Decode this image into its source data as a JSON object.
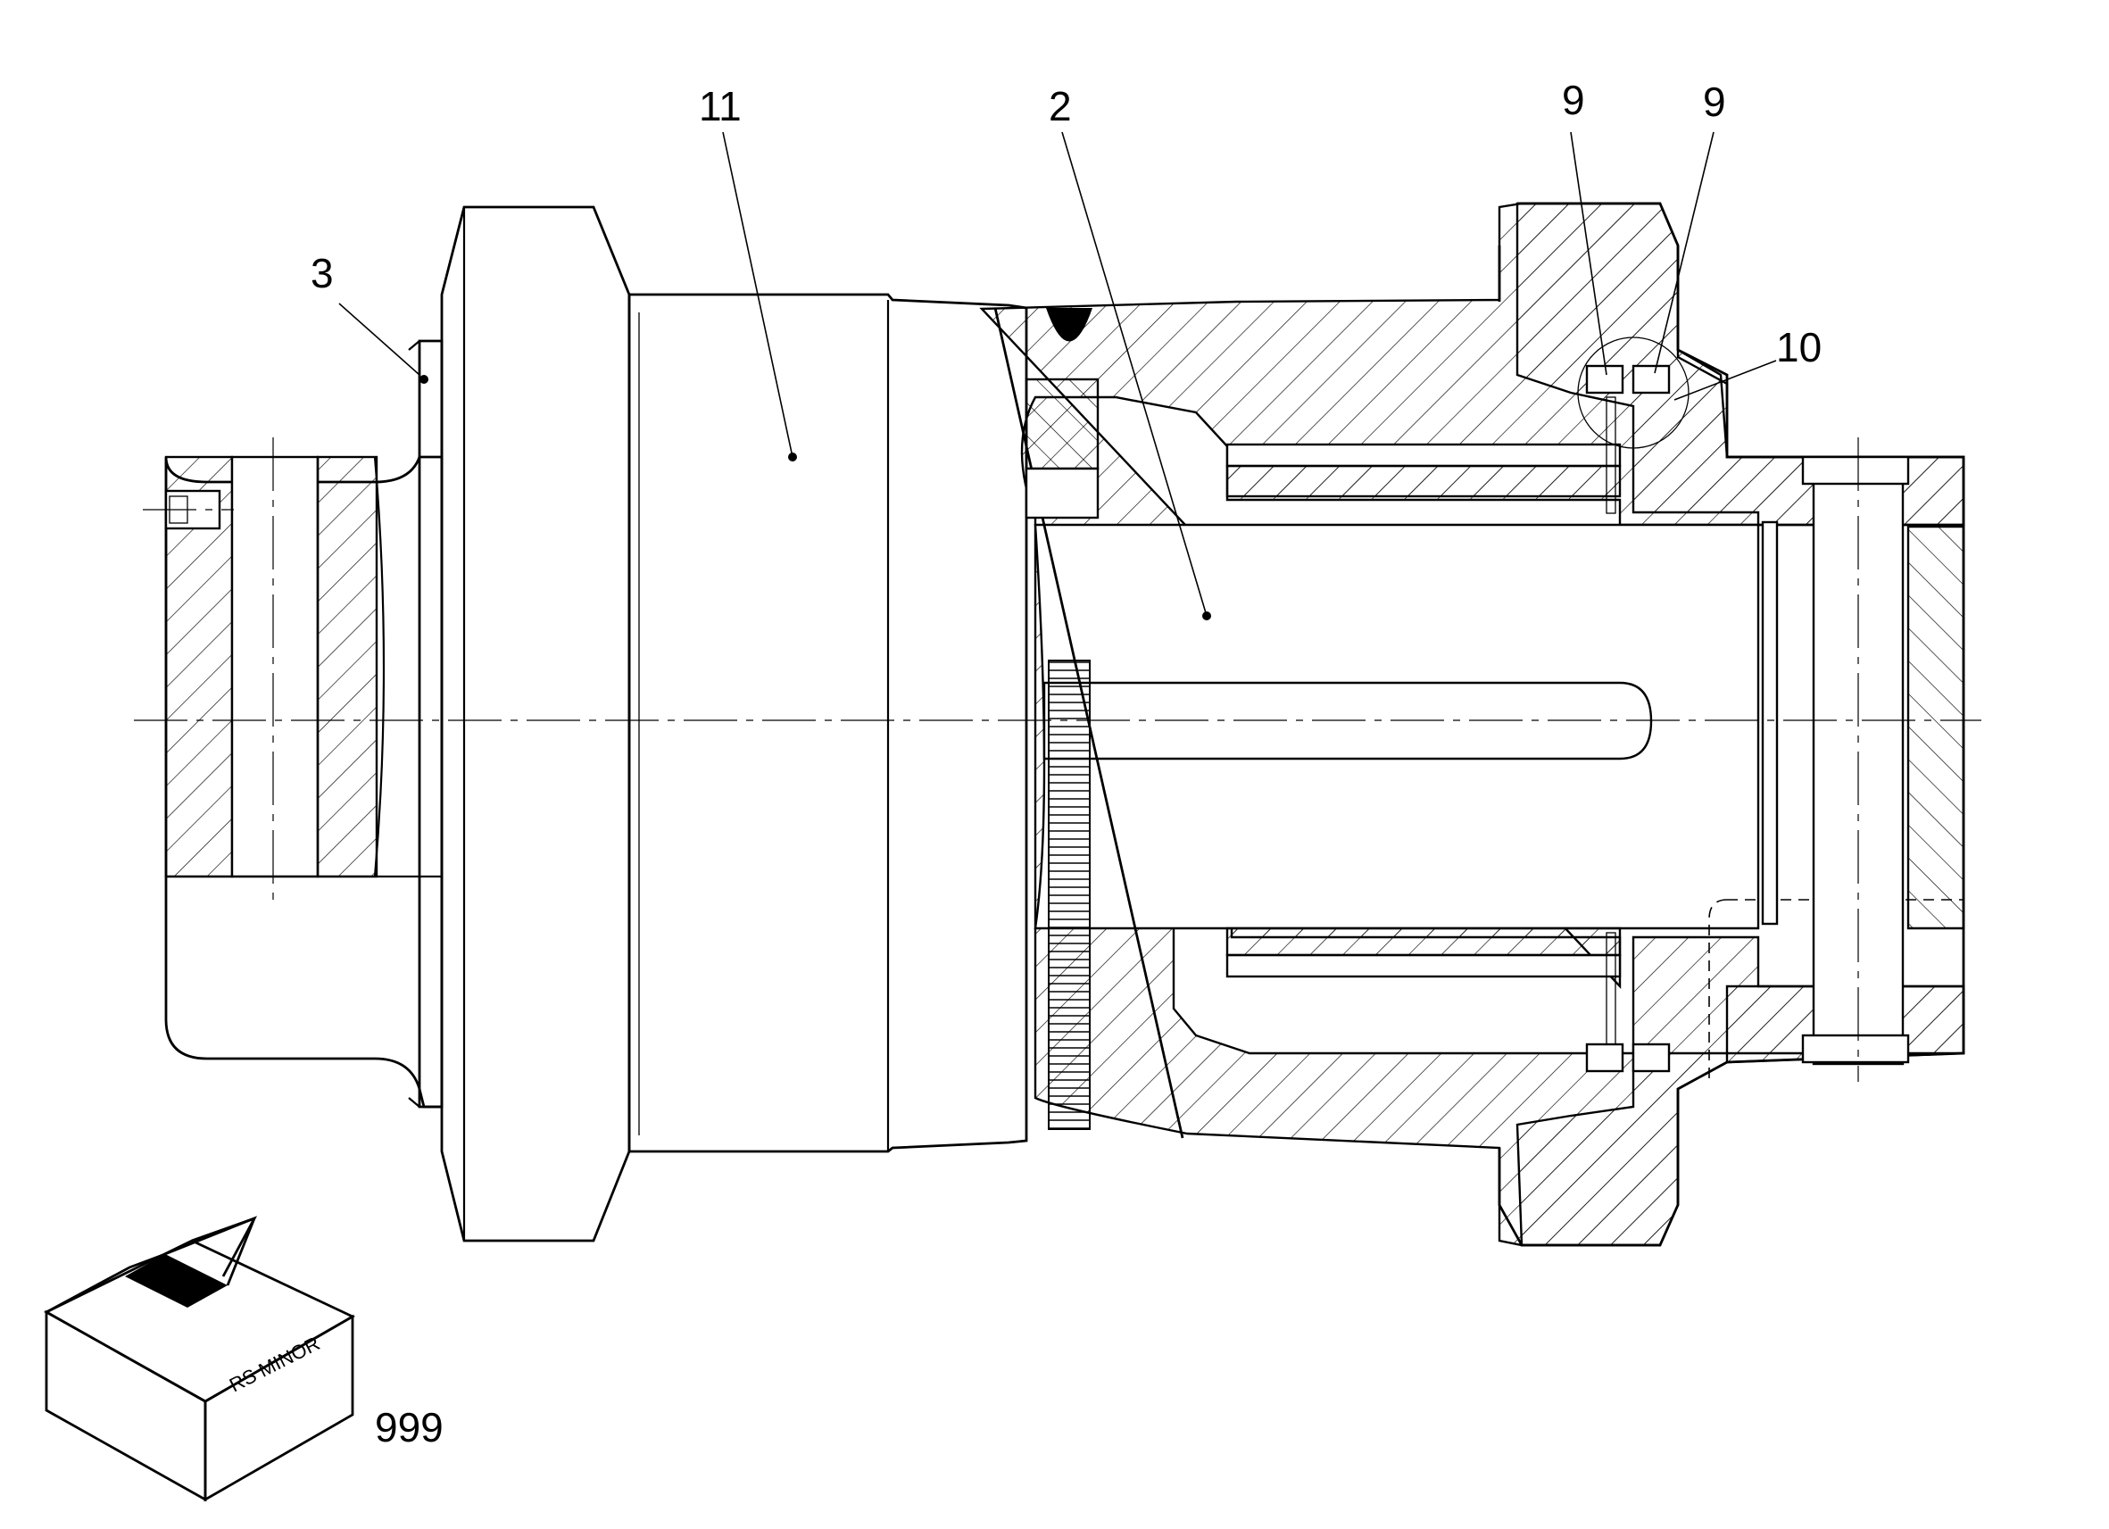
{
  "diagram": {
    "callouts": [
      {
        "id": "part-11",
        "label": "11"
      },
      {
        "id": "part-2",
        "label": "2"
      },
      {
        "id": "part-9a",
        "label": "9"
      },
      {
        "id": "part-9b",
        "label": "9"
      },
      {
        "id": "part-10",
        "label": "10"
      },
      {
        "id": "part-3",
        "label": "3"
      },
      {
        "id": "part-999",
        "label": "999"
      }
    ],
    "box_label": "RS MINOR"
  }
}
